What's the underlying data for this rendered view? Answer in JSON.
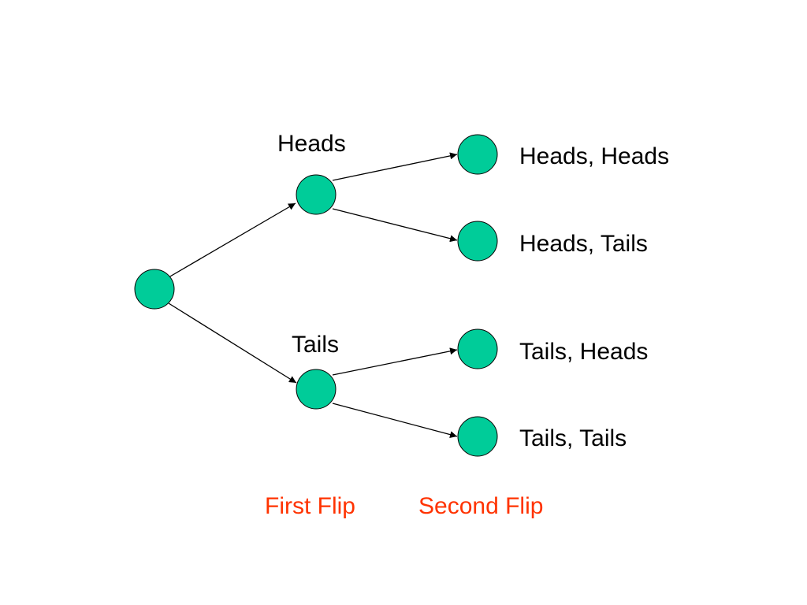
{
  "colors": {
    "node_fill": "#00CC99",
    "stage_label": "#FF3300",
    "edge": "#000000"
  },
  "tree": {
    "root": "root",
    "edges": [
      {
        "from": "root",
        "to": "heads"
      },
      {
        "from": "root",
        "to": "tails"
      },
      {
        "from": "heads",
        "to": "hh"
      },
      {
        "from": "heads",
        "to": "ht"
      },
      {
        "from": "tails",
        "to": "th"
      },
      {
        "from": "tails",
        "to": "tt"
      }
    ]
  },
  "labels": {
    "heads": "Heads",
    "tails": "Tails"
  },
  "outcomes": {
    "hh": "Heads, Heads",
    "ht": "Heads, Tails",
    "th": "Tails, Heads",
    "tt": "Tails, Tails"
  },
  "stages": {
    "first": "First Flip",
    "second": "Second Flip"
  }
}
